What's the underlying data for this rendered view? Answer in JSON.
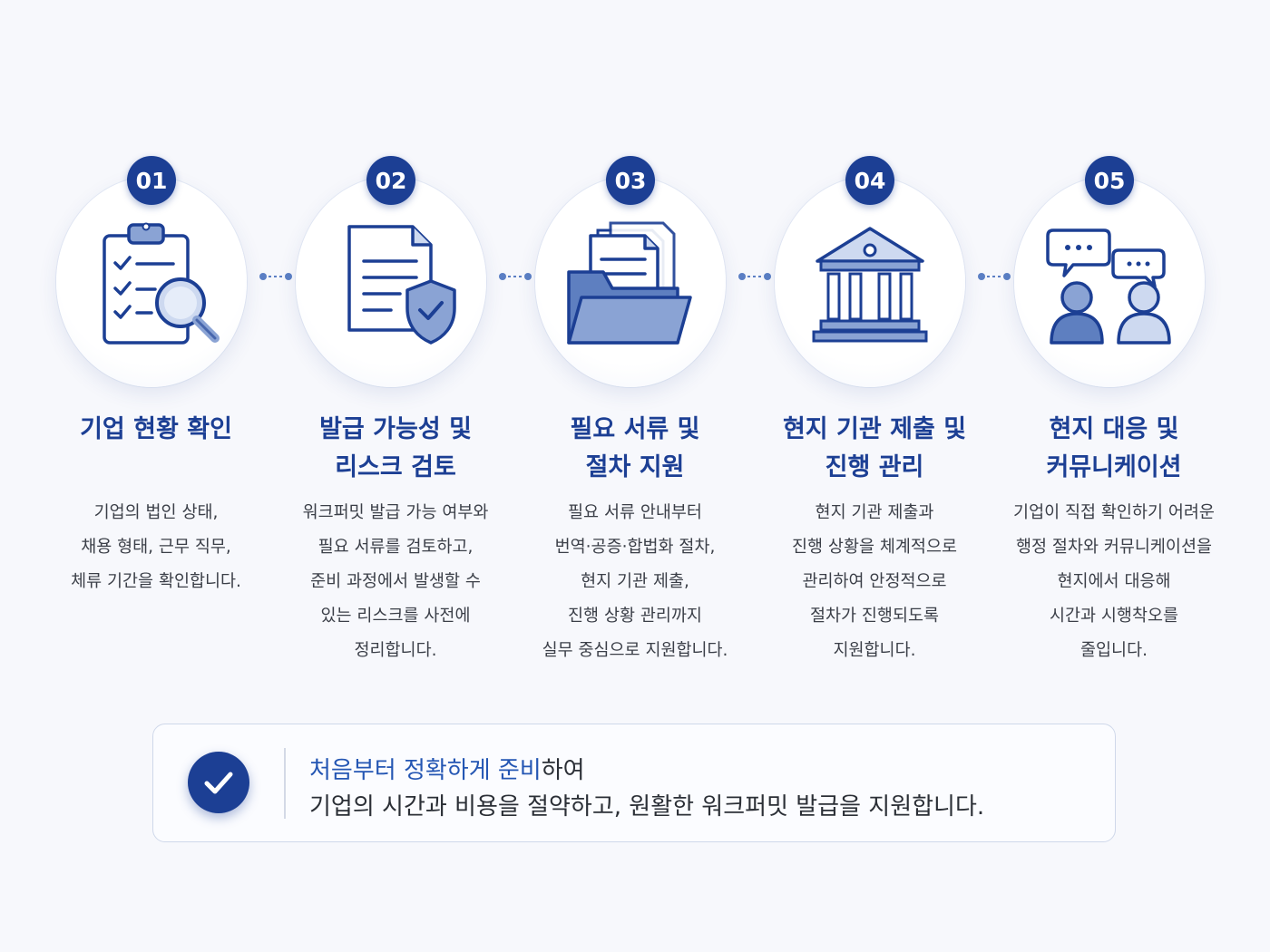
{
  "steps": [
    {
      "number": "01",
      "icon": "clipboard-search-icon",
      "title": "기업 현황 확인",
      "description": "기업의 법인 상태,\n채용 형태, 근무 직무,\n체류 기간을 확인합니다."
    },
    {
      "number": "02",
      "icon": "document-shield-icon",
      "title": "발급 가능성 및\n리스크 검토",
      "description": "워크퍼밋 발급 가능 여부와\n필요 서류를 검토하고,\n준비 과정에서 발생할 수\n있는 리스크를 사전에\n정리합니다."
    },
    {
      "number": "03",
      "icon": "folder-documents-icon",
      "title": "필요 서류 및\n절차 지원",
      "description": "필요 서류 안내부터\n번역·공증·합법화 절차,\n현지 기관 제출,\n진행 상황 관리까지\n실무 중심으로 지원합니다."
    },
    {
      "number": "04",
      "icon": "government-building-icon",
      "title": "현지 기관 제출 및\n진행 관리",
      "description": "현지 기관 제출과\n진행 상황을 체계적으로\n관리하여 안정적으로\n절차가 진행되도록\n지원합니다."
    },
    {
      "number": "05",
      "icon": "people-chat-icon",
      "title": "현지 대응 및\n커뮤니케이션",
      "description": "기업이 직접 확인하기 어려운\n행정 절차와 커뮤니케이션을\n현지에서 대응해\n시간과 시행착오를\n줄입니다."
    }
  ],
  "summary": {
    "icon": "check-circle-icon",
    "highlight": "처음부터 정확하게 준비",
    "line1_rest": "하여",
    "line2": "기업의 시간과 비용을 절약하고, 원활한 워크퍼밋 발급을 지원합니다."
  },
  "colors": {
    "primary": "#1c3f94",
    "icon_fill": "#8aa3d4",
    "highlight": "#2456b3",
    "connector": "#5b7fc4"
  }
}
